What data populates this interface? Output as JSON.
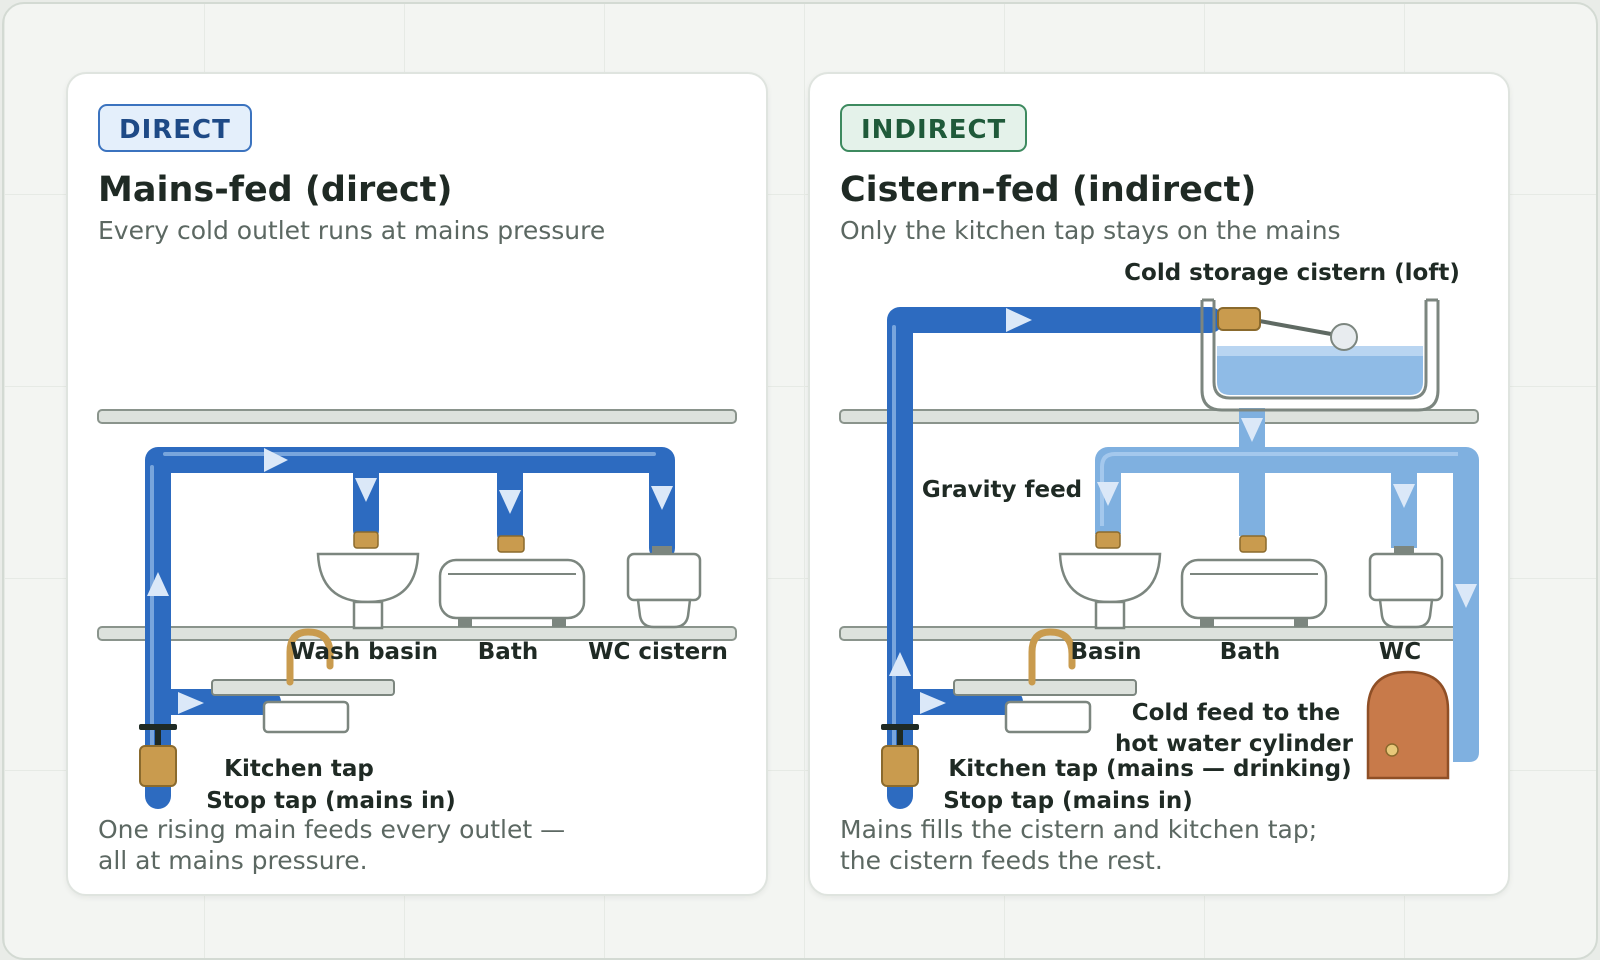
{
  "direct": {
    "badge": "DIRECT",
    "title": "Mains-fed (direct)",
    "subtitle": "Every cold outlet runs at mains pressure",
    "labels": {
      "wash_basin": "Wash basin",
      "bath": "Bath",
      "wc": "WC cistern",
      "kitchen_tap": "Kitchen tap",
      "stop_tap": "Stop tap (mains in)"
    },
    "footer_line1": "One rising main feeds every outlet —",
    "footer_line2": "all at mains pressure."
  },
  "indirect": {
    "badge": "INDIRECT",
    "title": "Cistern-fed (indirect)",
    "subtitle": "Only the kitchen tap stays on the mains",
    "labels": {
      "cistern": "Cold storage cistern (loft)",
      "gravity": "Gravity feed",
      "basin": "Basin",
      "bath": "Bath",
      "wc": "WC",
      "cold_feed_1": "Cold feed to the",
      "cold_feed_2": "hot water cylinder",
      "kitchen_tap": "Kitchen tap (mains — drinking)",
      "stop_tap": "Stop tap (mains in)"
    },
    "footer_line1": "Mains fills the cistern and kitchen tap;",
    "footer_line2": "the cistern feeds the rest."
  },
  "colors": {
    "mains_pipe": "#2d6bc0",
    "gravity_pipe": "#7fb0e0",
    "brass": "#c99b4e",
    "floor": "#dde2dd",
    "cylinder": "#c87a4a"
  }
}
